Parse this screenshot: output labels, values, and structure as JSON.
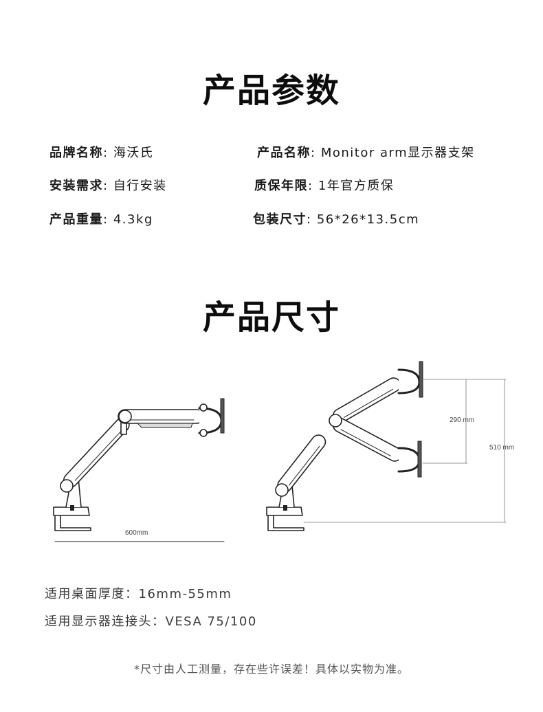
{
  "section1": {
    "title": "产品参数",
    "specs": [
      {
        "key": "品牌名称",
        "sep": ":",
        "value": "海沃氏"
      },
      {
        "key": "产品名称",
        "sep": ":",
        "value": "Monitor arm显示器支架"
      },
      {
        "key": "安装需求",
        "sep": ":",
        "value": "自行安装"
      },
      {
        "key": "质保年限",
        "sep": ":",
        "value": "1年官方质保"
      },
      {
        "key": "产品重量",
        "sep": ":",
        "value": "4.3kg"
      },
      {
        "key": "包装尺寸",
        "sep": ":",
        "value": "56*26*13.5cm"
      }
    ]
  },
  "section2": {
    "title": "产品尺寸",
    "dimensions": {
      "depth": "600mm",
      "adjust": "290 mm",
      "height": "510 mm"
    }
  },
  "notes": [
    "适用桌面厚度：16mm-55mm",
    "适用显示器连接头：VESA 75/100"
  ],
  "disclaimer": "*尺寸由人工测量，存在些许误差！具体以实物为准。"
}
